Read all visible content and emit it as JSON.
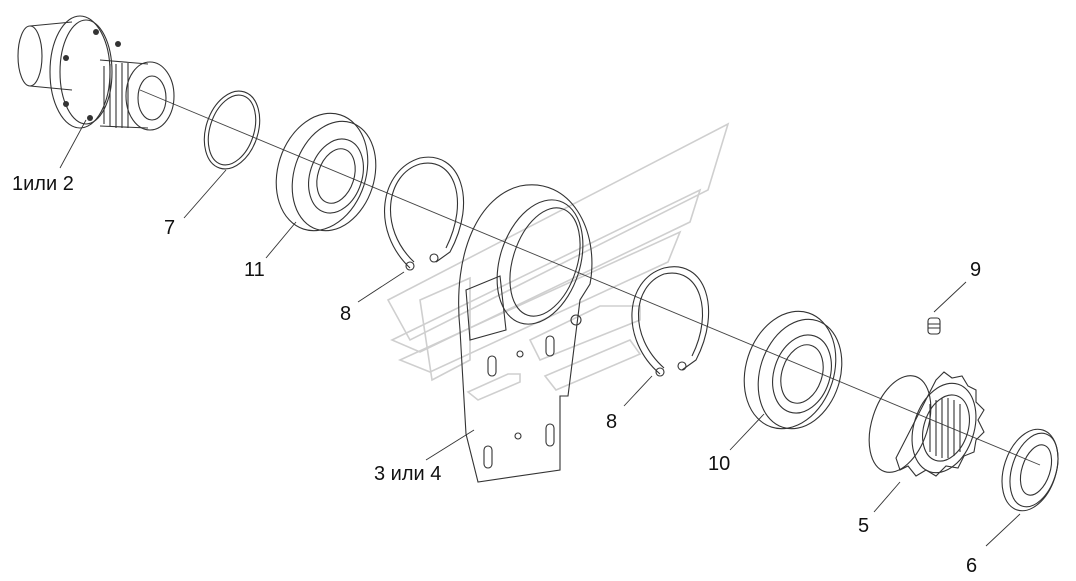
{
  "diagram": {
    "type": "exploded-parts-view",
    "colors": {
      "line": "#333333",
      "watermark": "#cfcfcf",
      "background": "#ffffff"
    },
    "labels": [
      {
        "id": "flange-hub",
        "text": "1или 2"
      },
      {
        "id": "retaining-ring-small",
        "text": "7"
      },
      {
        "id": "bearing-left",
        "text": "11"
      },
      {
        "id": "circlip-left",
        "text": "8"
      },
      {
        "id": "bracket",
        "text": "3 или 4"
      },
      {
        "id": "circlip-right",
        "text": "8"
      },
      {
        "id": "bearing-right",
        "text": "10"
      },
      {
        "id": "set-screw",
        "text": "9"
      },
      {
        "id": "sprocket",
        "text": "5"
      },
      {
        "id": "lock-nut",
        "text": "6"
      }
    ]
  }
}
